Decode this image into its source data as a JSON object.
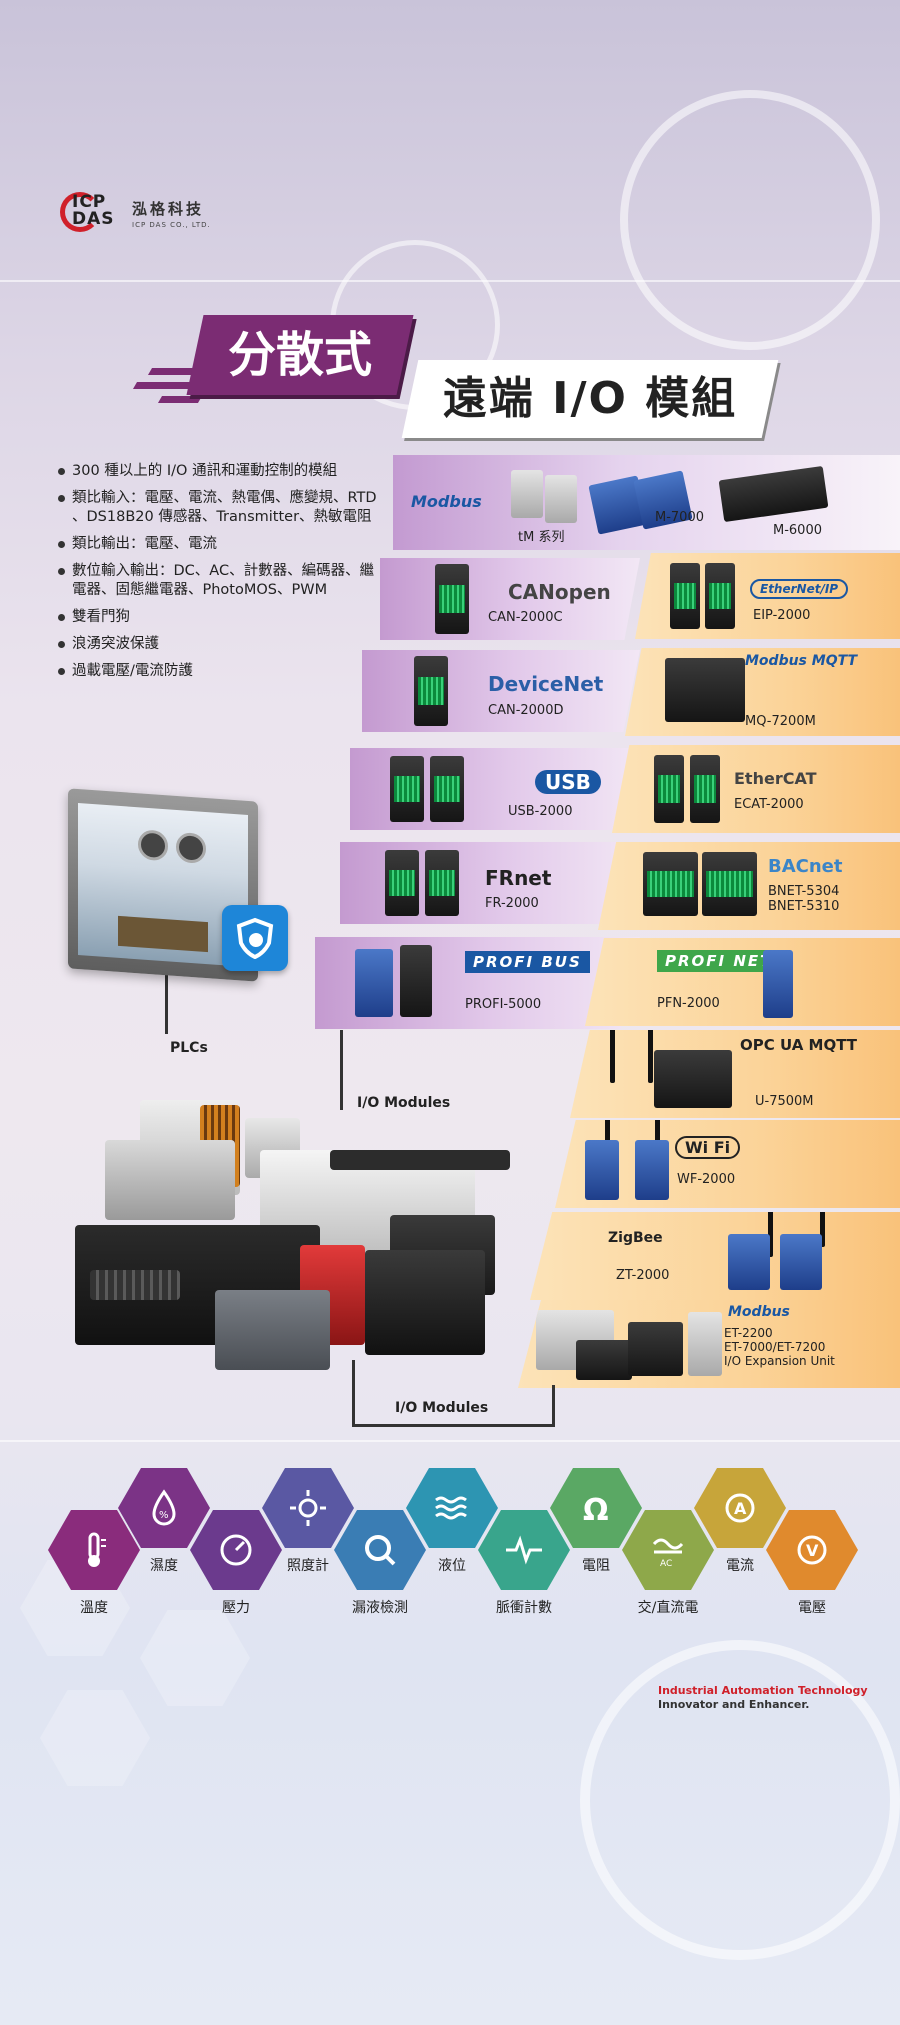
{
  "brand": {
    "logo_letters": "ICP\nDAS",
    "cn_name": "泓格科技",
    "en_name": "ICP DAS CO., LTD."
  },
  "title": {
    "part1": "分散式",
    "part2": "遠端 I/O 模組"
  },
  "features": [
    "300 種以上的 I/O 通訊和運動控制的模組",
    "類比輸入：電壓、電流、熱電偶、應變規、RTD 、DS18B20 傳感器、Transmitter、熱敏電阻",
    "類比輸出：電壓、電流",
    "數位輸入輸出：DC、AC、計數器、編碼器、繼電器、固態繼電器、PhotoMOS、PWM",
    "雙看門狗",
    "浪湧突波保護",
    "過載電壓/電流防護"
  ],
  "top_panel": {
    "logo": "Modbus",
    "tm": "tM 系列",
    "m7000": "M-7000",
    "m6000": "M-6000"
  },
  "left_panels": [
    {
      "logo": "CANopen",
      "label": "CAN-2000C"
    },
    {
      "logo": "DeviceNet",
      "label": "CAN-2000D"
    },
    {
      "logo": "USB",
      "label": "USB-2000"
    },
    {
      "logo": "FRnet",
      "label": "FR-2000"
    },
    {
      "logo": "PROFI BUS",
      "label": "PROFI-5000"
    }
  ],
  "right_panels": [
    {
      "logo": "EtherNet/IP",
      "label": "EIP-2000"
    },
    {
      "logo": "Modbus MQTT",
      "label": "MQ-7200M"
    },
    {
      "logo": "EtherCAT",
      "label": "ECAT-2000"
    },
    {
      "logo": "BACnet",
      "label": "BNET-5304\nBNET-5310"
    },
    {
      "logo": "PROFI NET",
      "label": "PFN-2000"
    },
    {
      "logo": "OPC UA MQTT",
      "label": "U-7500M"
    },
    {
      "logo": "Wi Fi",
      "label": "WF-2000"
    },
    {
      "logo": "ZigBee",
      "label": "ZT-2000"
    },
    {
      "logo": "Modbus",
      "label": "ET-2200\nET-7000/ET-7200\nI/O Expansion Unit"
    }
  ],
  "diagram": {
    "plcs": "PLCs",
    "io_modules_1": "I/O Modules",
    "io_modules_2": "I/O Modules"
  },
  "sensors": [
    {
      "label": "溫度",
      "icon": "thermometer-icon",
      "color": "#8a2c7c"
    },
    {
      "label": "濕度",
      "icon": "humidity-icon",
      "color": "#7b3386"
    },
    {
      "label": "壓力",
      "icon": "pressure-gauge-icon",
      "color": "#6b3a8d"
    },
    {
      "label": "照度計",
      "icon": "sun-icon",
      "color": "#5a58a3"
    },
    {
      "label": "漏液檢測",
      "icon": "leak-icon",
      "color": "#3a7db4"
    },
    {
      "label": "液位",
      "icon": "water-level-icon",
      "color": "#2d95b2"
    },
    {
      "label": "脈衝計數",
      "icon": "pulse-icon",
      "color": "#39a58c"
    },
    {
      "label": "電阻",
      "icon": "ohm-icon",
      "color": "#5aa864"
    },
    {
      "label": "交/直流電",
      "icon": "ac-icon",
      "color": "#8ea84a"
    },
    {
      "label": "電流",
      "icon": "ampere-icon",
      "color": "#c7a53a"
    },
    {
      "label": "電壓",
      "icon": "volt-icon",
      "color": "#e08a2d"
    }
  ],
  "tagline": {
    "line1": "Industrial Automation Technology",
    "line2": "Innovator and Enhancer.",
    "color1": "#d0202a",
    "color2": "#333333"
  }
}
